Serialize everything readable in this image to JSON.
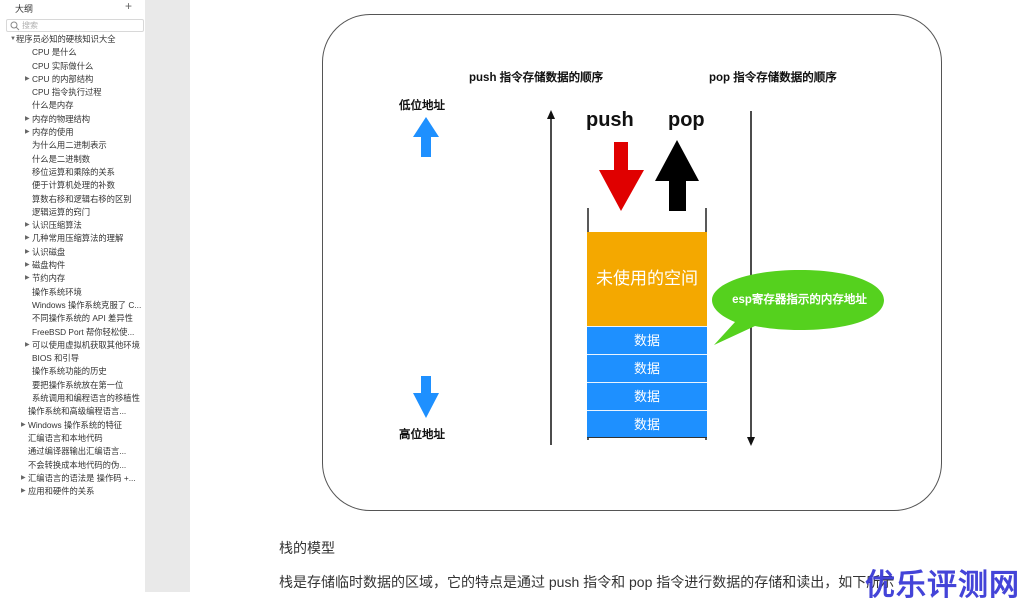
{
  "sidebar": {
    "title": "大纲",
    "add_label": "+",
    "search_placeholder": "搜索",
    "items": [
      {
        "label": "程序员必知的硬核知识大全",
        "level": 0,
        "toggle": "expanded"
      },
      {
        "label": "CPU 是什么",
        "level": 2,
        "toggle": "none"
      },
      {
        "label": "CPU 实际做什么",
        "level": 2,
        "toggle": "none"
      },
      {
        "label": "CPU 的内部结构",
        "level": 2,
        "toggle": "collapsed"
      },
      {
        "label": "CPU 指令执行过程",
        "level": 2,
        "toggle": "none"
      },
      {
        "label": "什么是内存",
        "level": 2,
        "toggle": "none"
      },
      {
        "label": "内存的物理结构",
        "level": 2,
        "toggle": "collapsed"
      },
      {
        "label": "内存的使用",
        "level": 2,
        "toggle": "collapsed"
      },
      {
        "label": "为什么用二进制表示",
        "level": 2,
        "toggle": "none"
      },
      {
        "label": "什么是二进制数",
        "level": 2,
        "toggle": "none"
      },
      {
        "label": "移位运算和乘除的关系",
        "level": 2,
        "toggle": "none"
      },
      {
        "label": "便于计算机处理的补数",
        "level": 2,
        "toggle": "none"
      },
      {
        "label": "算数右移和逻辑右移的区别",
        "level": 2,
        "toggle": "none"
      },
      {
        "label": "逻辑运算的窍门",
        "level": 2,
        "toggle": "none"
      },
      {
        "label": "认识压缩算法",
        "level": 2,
        "toggle": "collapsed"
      },
      {
        "label": "几种常用压缩算法的理解",
        "level": 2,
        "toggle": "collapsed"
      },
      {
        "label": "认识磁盘",
        "level": 2,
        "toggle": "collapsed"
      },
      {
        "label": "磁盘构件",
        "level": 2,
        "toggle": "collapsed"
      },
      {
        "label": "节约内存",
        "level": 2,
        "toggle": "collapsed"
      },
      {
        "label": "操作系统环境",
        "level": 2,
        "toggle": "none"
      },
      {
        "label": "Windows 操作系统克服了 C...",
        "level": 2,
        "toggle": "none"
      },
      {
        "label": "不同操作系统的 API 差异性",
        "level": 2,
        "toggle": "none"
      },
      {
        "label": "FreeBSD Port 帮你轻松使...",
        "level": 2,
        "toggle": "none"
      },
      {
        "label": "可以使用虚拟机获取其他环境",
        "level": 2,
        "toggle": "collapsed"
      },
      {
        "label": "BIOS 和引导",
        "level": 2,
        "toggle": "none"
      },
      {
        "label": "操作系统功能的历史",
        "level": 2,
        "toggle": "none"
      },
      {
        "label": "要把操作系统放在第一位",
        "level": 2,
        "toggle": "none"
      },
      {
        "label": "系统调用和编程语言的移植性",
        "level": 2,
        "toggle": "none"
      },
      {
        "label": "操作系统和高级编程语言...",
        "level": 1,
        "toggle": "none"
      },
      {
        "label": "Windows 操作系统的特征",
        "level": 1,
        "toggle": "collapsed"
      },
      {
        "label": "汇编语言和本地代码",
        "level": 1,
        "toggle": "none"
      },
      {
        "label": "通过编译器输出汇编语言...",
        "level": 1,
        "toggle": "none"
      },
      {
        "label": "不会转换成本地代码的伪...",
        "level": 1,
        "toggle": "none"
      },
      {
        "label": "汇编语言的语法是 操作码 +...",
        "level": 1,
        "toggle": "collapsed"
      },
      {
        "label": "应用和硬件的关系",
        "level": 1,
        "toggle": "collapsed"
      }
    ]
  },
  "diagram": {
    "push_caption": "push 指令存储数据的顺序",
    "pop_caption": "pop 指令存储数据的顺序",
    "low_address": "低位地址",
    "high_address": "高位地址",
    "push_label": "push",
    "pop_label": "pop",
    "unused_space": "未使用的空间",
    "data_cells": [
      "数据",
      "数据",
      "数据",
      "数据"
    ],
    "esp_callout": "esp寄存器指示的内存地址",
    "colors": {
      "address_arrow": "#1e90ff",
      "push_arrow": "#e00000",
      "pop_arrow": "#000000",
      "unused": "#f4a800",
      "data": "#1e90ff",
      "callout": "#55d11e"
    }
  },
  "article": {
    "heading": "栈的模型",
    "paragraph": "栈是存储临时数据的区域，它的特点是通过 push 指令和 pop 指令进行数据的存储和读出，如下所示"
  },
  "watermark": "优乐评测网"
}
